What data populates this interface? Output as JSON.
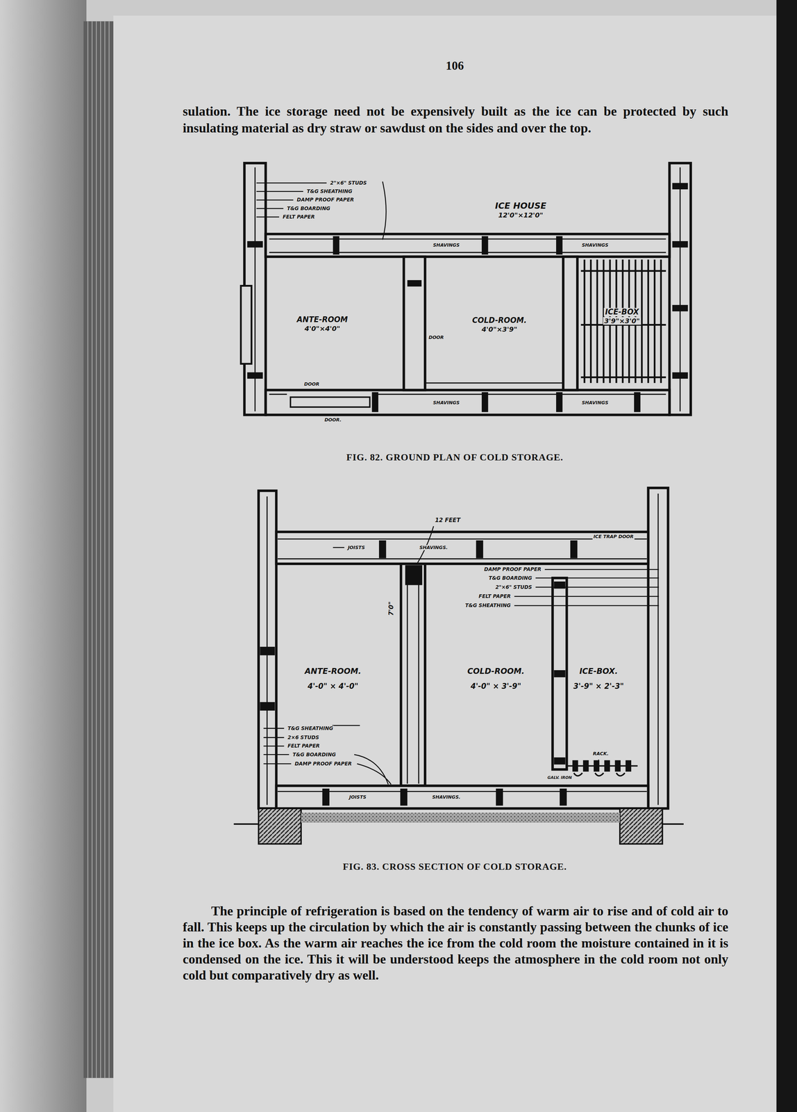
{
  "diagram": {
    "nodes": [
      {
        "text": [
          "ICE HOUSE",
          "12'0\"×12'0\""
        ]
      },
      {
        "text": [
          "ANTE-ROOM",
          "4'0\"×4'0\""
        ]
      },
      {
        "text": [
          "COLD-ROOM.",
          "4'0\"×3'9\""
        ]
      },
      {
        "text": [
          "ICE-BOX",
          "3'9\"×3'0\""
        ]
      },
      {
        "text": [
          "ANTE-ROOM.",
          "4'-0\" × 4'-0\""
        ]
      },
      {
        "text": [
          "COLD-ROOM.",
          "4'-0\" × 3'-9\""
        ]
      },
      {
        "text": [
          "ICE-BOX.",
          "3'-9\" × 2'-3\""
        ]
      }
    ],
    "labels": [
      "106",
      "sulation. The ice storage need not be expensively built as the ice can be protected by such insulating material as dry straw or sawdust on the sides and over the top.",
      "2\"×6\" STUDS",
      "T&G SHEATHING",
      "DAMP PROOF PAPER",
      "T&G BOARDING",
      "FELT PAPER",
      "SHAVINGS",
      "SHAVINGS",
      "DOOR",
      "DOOR",
      "SHAVINGS",
      "SHAVINGS",
      "DOOR.",
      "FIG. 82. GROUND PLAN OF COLD STORAGE.",
      "12 FEET",
      "ICE TRAP DOOR",
      "JOISTS",
      "SHAVINGS.",
      "DAMP PROOF PAPER",
      "T&G BOARDING",
      "2\"×6\" STUDS",
      "FELT PAPER",
      "T&G SHEATHING",
      "7'0\"",
      "T&G SHEATHING",
      "2×6 STUDS",
      "FELT PAPER",
      "T&G BOARDING",
      "DAMP PROOF PAPER",
      "RACK.",
      "GALV. IRON",
      "JOISTS",
      "SHAVINGS.",
      "FIG. 83. CROSS SECTION OF COLD STORAGE.",
      "The principle of refrigeration is based on the tendency of warm air to rise and of cold air to fall. This keeps up the circulation by which the air is constantly passing between the chunks of ice in the ice box. As the warm air reaches the ice from the cold room the moisture contained in it is condensed on the ice. This it will be understood keeps the atmosphere in the cold room not only cold but comparatively dry as well."
    ]
  }
}
